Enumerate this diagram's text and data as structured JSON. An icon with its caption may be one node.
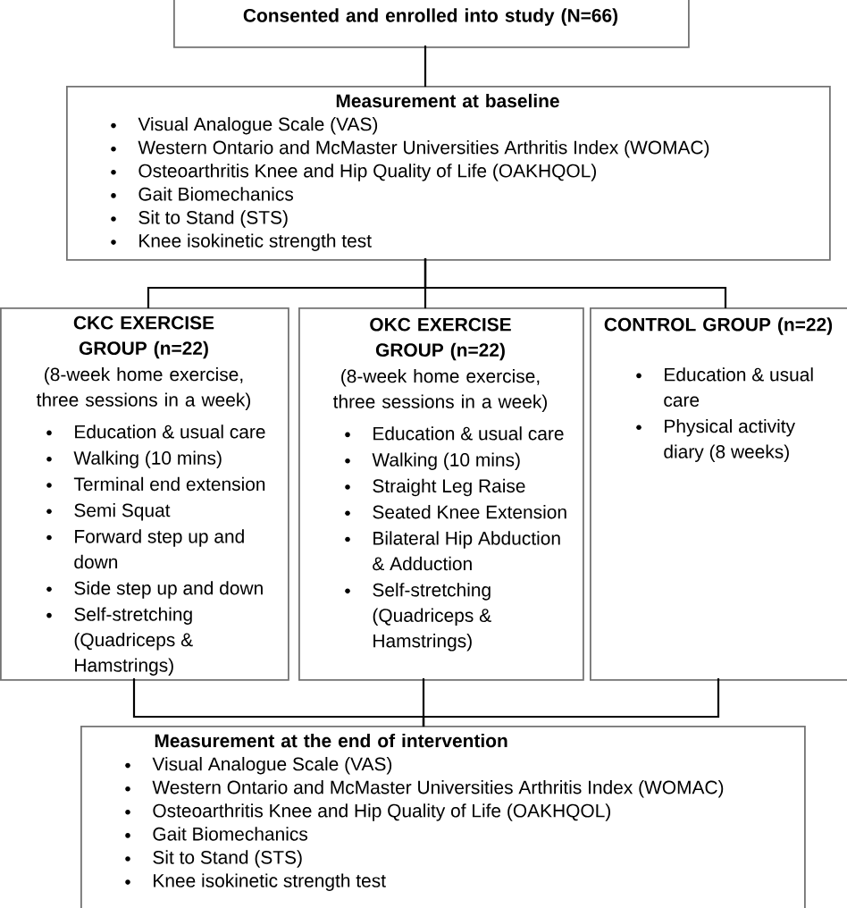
{
  "diagram": {
    "nodes": [
      {
        "text": [
          "Consented and enrolled into study (N=66)"
        ]
      },
      {
        "text": [
          "Measurement at baseline",
          "Visual Analogue Scale (VAS)",
          "Western Ontario and McMaster Universities Arthritis Index (WOMAC)",
          "Osteoarthritis Knee and Hip Quality of Life (OAKHQOL)",
          "Gait Biomechanics",
          "Sit to Stand (STS)",
          "Knee isokinetic strength test"
        ]
      },
      {
        "text": [
          "CKC EXERCISE GROUP (n=22)",
          "(8-week home exercise, three sessions in a week)",
          "Education &  usual care",
          "Walking (10 mins)",
          "Terminal end extension",
          "Semi Squat",
          "Forward step up and down",
          "Side step up and down",
          "Self-stretching (Quadriceps & Hamstrings)"
        ]
      },
      {
        "text": [
          "OKC EXERCISE GROUP (n=22)",
          "(8-week home exercise, three sessions in a week)",
          "Education & usual care",
          "Walking (10 mins)",
          "Straight Leg Raise",
          "Seated Knee Extension",
          "Bilateral Hip Abduction & Adduction",
          "Self-stretching (Quadriceps & Hamstrings)"
        ]
      },
      {
        "text": [
          "CONTROL GROUP (n=22)",
          "Education & usual care",
          "Physical activity diary (8 weeks)"
        ]
      },
      {
        "text": [
          "Measurement at the end of intervention",
          "Visual Analogue Scale (VAS)",
          "Western Ontario and McMaster Universities Arthritis Index (WOMAC)",
          "Osteoarthritis Knee and Hip Quality of Life (OAKHQOL)",
          "Gait Biomechanics",
          "Sit to Stand (STS)",
          "Knee isokinetic strength test"
        ]
      }
    ],
    "edges": [
      {
        "from": 0,
        "to": 1,
        "arrow": "none"
      },
      {
        "from": 1,
        "to": 2,
        "arrow": "none"
      },
      {
        "from": 1,
        "to": 3,
        "arrow": "none"
      },
      {
        "from": 1,
        "to": 4,
        "arrow": "none"
      },
      {
        "from": 2,
        "to": 5,
        "arrow": "none"
      },
      {
        "from": 3,
        "to": 5,
        "arrow": "none"
      },
      {
        "from": 4,
        "to": 5,
        "arrow": "none"
      }
    ]
  }
}
